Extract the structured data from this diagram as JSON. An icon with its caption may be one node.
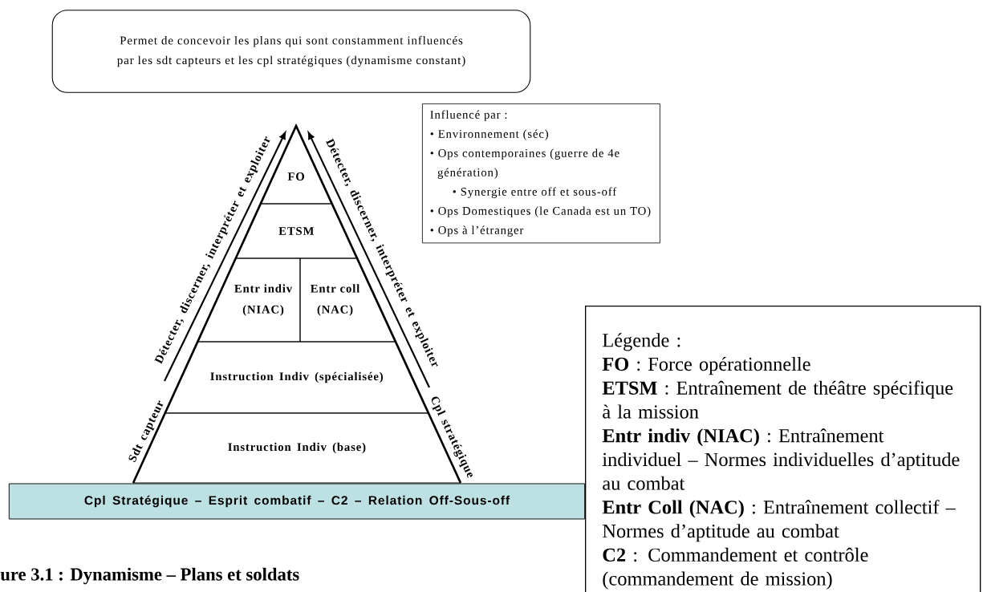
{
  "diagram": {
    "caption": "ure 3.1 : Dynamisme – Plans et soldats",
    "nodes": [
      {
        "text": [
          "Permet de concevoir les plans qui sont constamment influencés par les sdt capteurs et les cpl stratégiques (dynamisme constant)"
        ]
      },
      {
        "text": [
          "Influencé par :",
          "• Environnement (séc)",
          "• Ops contemporaines (guerre de 4e génération)",
          "• Synergie entre off et sous-off",
          "• Ops Domestiques (le Canada est un TO)",
          "• Ops à l’étranger"
        ]
      },
      {
        "text": [
          "FO"
        ]
      },
      {
        "text": [
          "ETSM"
        ]
      },
      {
        "text": [
          "Entr indiv (NIAC)"
        ]
      },
      {
        "text": [
          "Entr coll (NAC)"
        ]
      },
      {
        "text": [
          "Instruction Indiv (spécialisée)"
        ]
      },
      {
        "text": [
          "Instruction Indiv (base)"
        ]
      },
      {
        "text": [
          "Cpl Stratégique – Esprit combatif – C2 – Relation Off-Sous-off"
        ]
      },
      {
        "text": [
          "Légende :",
          "**FO** : Force opérationnelle",
          "**ETSM** : Entraînement de théâtre spécifique à la mission",
          "**Entr indiv (NIAC)** : Entraînement individuel – Normes individuelles d’aptitude au combat",
          "**Entr Coll (NAC)** : Entraînement collectif – Normes d’aptitude au combat",
          "**C2** : Commandement et contrôle (commandement de mission)"
        ]
      }
    ],
    "labels": [
      "Détecter, discerner, interpréter et exploiter",
      "Sdt capteur",
      "Détecter, discerner, interpréter et exploiter",
      "Cpl stratégique"
    ]
  }
}
